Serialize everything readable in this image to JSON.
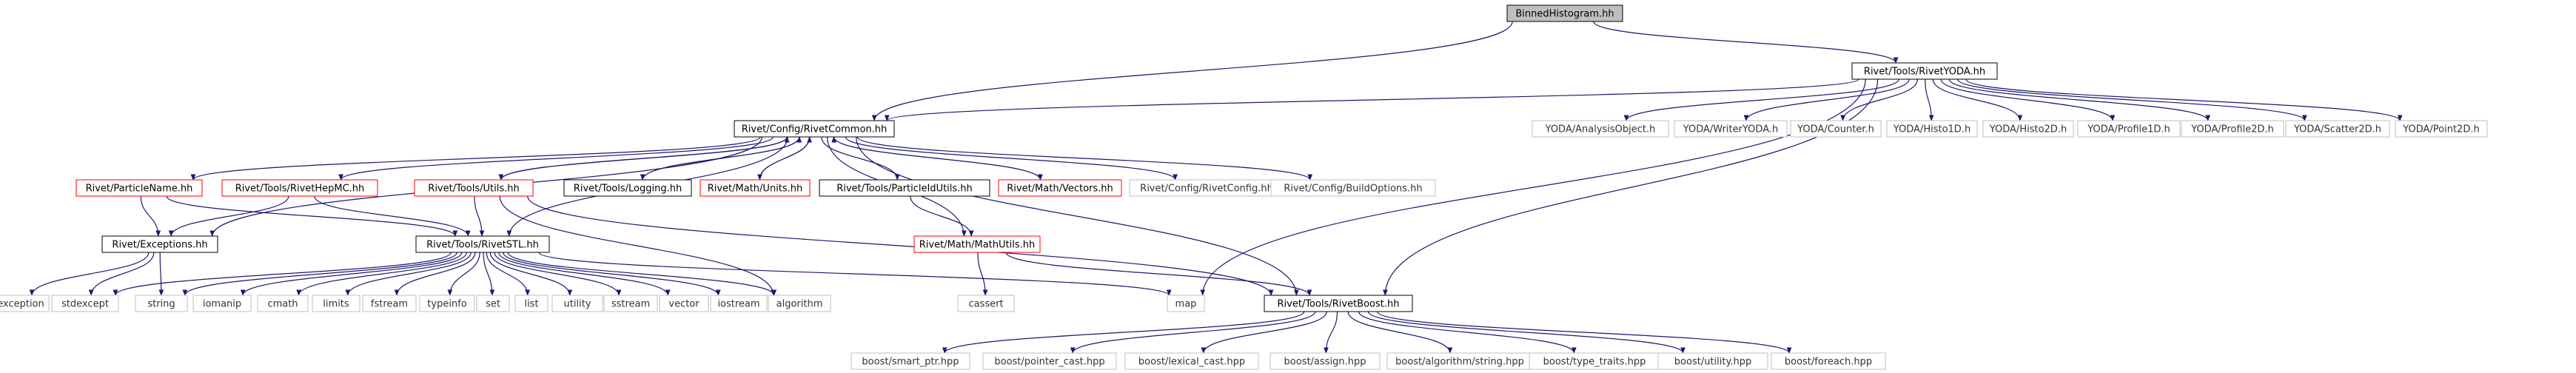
{
  "diagram": {
    "colors": {
      "edge": "#191970",
      "border_black": "#000000",
      "border_red": "#ff0000",
      "border_grey": "#bfbfbf",
      "text": "#000000",
      "text_grey": "#333333",
      "root_fill": "#bfbfbf",
      "fill": "#ffffff"
    },
    "nodes": [
      {
        "id": "root",
        "label": "BinnedHistogram.hh",
        "style": "root"
      },
      {
        "id": "yoda",
        "label": "Rivet/Tools/RivetYODA.hh",
        "style": "black"
      },
      {
        "id": "common",
        "label": "Rivet/Config/RivetCommon.hh",
        "style": "black"
      },
      {
        "id": "particlename",
        "label": "Rivet/ParticleName.hh",
        "style": "red"
      },
      {
        "id": "hepmc",
        "label": "Rivet/Tools/RivetHepMC.hh",
        "style": "red"
      },
      {
        "id": "utils",
        "label": "Rivet/Tools/Utils.hh",
        "style": "red"
      },
      {
        "id": "logging",
        "label": "Rivet/Tools/Logging.hh",
        "style": "black"
      },
      {
        "id": "units",
        "label": "Rivet/Math/Units.hh",
        "style": "red"
      },
      {
        "id": "pidutils",
        "label": "Rivet/Tools/ParticleIdUtils.hh",
        "style": "black"
      },
      {
        "id": "vectors",
        "label": "Rivet/Math/Vectors.hh",
        "style": "red"
      },
      {
        "id": "rivetconfig",
        "label": "Rivet/Config/RivetConfig.hh",
        "style": "grey"
      },
      {
        "id": "buildoptions",
        "label": "Rivet/Config/BuildOptions.hh",
        "style": "grey"
      },
      {
        "id": "analysisobject",
        "label": "YODA/AnalysisObject.h",
        "style": "grey"
      },
      {
        "id": "writeryoda",
        "label": "YODA/WriterYODA.h",
        "style": "grey"
      },
      {
        "id": "counter",
        "label": "YODA/Counter.h",
        "style": "grey"
      },
      {
        "id": "histo1d",
        "label": "YODA/Histo1D.h",
        "style": "grey"
      },
      {
        "id": "histo2d",
        "label": "YODA/Histo2D.h",
        "style": "grey"
      },
      {
        "id": "profile1d",
        "label": "YODA/Profile1D.h",
        "style": "grey"
      },
      {
        "id": "profile2d",
        "label": "YODA/Profile2D.h",
        "style": "grey"
      },
      {
        "id": "scatter2d",
        "label": "YODA/Scatter2D.h",
        "style": "grey"
      },
      {
        "id": "point2d",
        "label": "YODA/Point2D.h",
        "style": "grey"
      },
      {
        "id": "exceptions",
        "label": "Rivet/Exceptions.hh",
        "style": "black"
      },
      {
        "id": "stl",
        "label": "Rivet/Tools/RivetSTL.hh",
        "style": "black"
      },
      {
        "id": "mathutils",
        "label": "Rivet/Math/MathUtils.hh",
        "style": "red"
      },
      {
        "id": "boost",
        "label": "Rivet/Tools/RivetBoost.hh",
        "style": "black"
      },
      {
        "id": "exception",
        "label": "exception",
        "style": "grey"
      },
      {
        "id": "stdexcept",
        "label": "stdexcept",
        "style": "grey"
      },
      {
        "id": "string",
        "label": "string",
        "style": "grey"
      },
      {
        "id": "iomanip",
        "label": "iomanip",
        "style": "grey"
      },
      {
        "id": "cmath",
        "label": "cmath",
        "style": "grey"
      },
      {
        "id": "limits",
        "label": "limits",
        "style": "grey"
      },
      {
        "id": "fstream",
        "label": "fstream",
        "style": "grey"
      },
      {
        "id": "typeinfo",
        "label": "typeinfo",
        "style": "grey"
      },
      {
        "id": "set",
        "label": "set",
        "style": "grey"
      },
      {
        "id": "list",
        "label": "list",
        "style": "grey"
      },
      {
        "id": "utility",
        "label": "utility",
        "style": "grey"
      },
      {
        "id": "sstream",
        "label": "sstream",
        "style": "grey"
      },
      {
        "id": "vector",
        "label": "vector",
        "style": "grey"
      },
      {
        "id": "iostream",
        "label": "iostream",
        "style": "grey"
      },
      {
        "id": "algorithm",
        "label": "algorithm",
        "style": "grey"
      },
      {
        "id": "cassert",
        "label": "cassert",
        "style": "grey"
      },
      {
        "id": "map",
        "label": "map",
        "style": "grey"
      },
      {
        "id": "smartptr",
        "label": "boost/smart_ptr.hpp",
        "style": "grey"
      },
      {
        "id": "pointercast",
        "label": "boost/pointer_cast.hpp",
        "style": "grey"
      },
      {
        "id": "lexicalcast",
        "label": "boost/lexical_cast.hpp",
        "style": "grey"
      },
      {
        "id": "assign",
        "label": "boost/assign.hpp",
        "style": "grey"
      },
      {
        "id": "algstring",
        "label": "boost/algorithm/string.hpp",
        "style": "grey"
      },
      {
        "id": "typetraits",
        "label": "boost/type_traits.hpp",
        "style": "grey"
      },
      {
        "id": "boostutility",
        "label": "boost/utility.hpp",
        "style": "grey"
      },
      {
        "id": "foreach",
        "label": "boost/foreach.hpp",
        "style": "grey"
      }
    ],
    "edges": [
      [
        "root",
        "yoda"
      ],
      [
        "root",
        "common"
      ],
      [
        "yoda",
        "common"
      ],
      [
        "yoda",
        "analysisobject"
      ],
      [
        "yoda",
        "writeryoda"
      ],
      [
        "yoda",
        "counter"
      ],
      [
        "yoda",
        "histo1d"
      ],
      [
        "yoda",
        "histo2d"
      ],
      [
        "yoda",
        "profile1d"
      ],
      [
        "yoda",
        "profile2d"
      ],
      [
        "yoda",
        "scatter2d"
      ],
      [
        "yoda",
        "point2d"
      ],
      [
        "yoda",
        "boost"
      ],
      [
        "yoda",
        "map"
      ],
      [
        "common",
        "particlename"
      ],
      [
        "common",
        "exceptions"
      ],
      [
        "common",
        "hepmc"
      ],
      [
        "common",
        "utils"
      ],
      [
        "common",
        "logging"
      ],
      [
        "common",
        "units"
      ],
      [
        "common",
        "pidutils"
      ],
      [
        "common",
        "vectors"
      ],
      [
        "common",
        "rivetconfig"
      ],
      [
        "common",
        "buildoptions"
      ],
      [
        "common",
        "stl"
      ],
      [
        "common",
        "boost"
      ],
      [
        "common",
        "mathutils"
      ],
      [
        "particlename",
        "exceptions"
      ],
      [
        "particlename",
        "stl"
      ],
      [
        "hepmc",
        "exceptions"
      ],
      [
        "hepmc",
        "stl"
      ],
      [
        "utils",
        "stl"
      ],
      [
        "utils",
        "algorithm"
      ],
      [
        "utils",
        "boost"
      ],
      [
        "utils",
        "common"
      ],
      [
        "logging",
        "common"
      ],
      [
        "units",
        "common"
      ],
      [
        "vectors",
        "common"
      ],
      [
        "pidutils",
        "mathutils"
      ],
      [
        "exceptions",
        "exception"
      ],
      [
        "exceptions",
        "stdexcept"
      ],
      [
        "exceptions",
        "string"
      ],
      [
        "stl",
        "stdexcept"
      ],
      [
        "stl",
        "string"
      ],
      [
        "stl",
        "iomanip"
      ],
      [
        "stl",
        "cmath"
      ],
      [
        "stl",
        "limits"
      ],
      [
        "stl",
        "fstream"
      ],
      [
        "stl",
        "typeinfo"
      ],
      [
        "stl",
        "set"
      ],
      [
        "stl",
        "list"
      ],
      [
        "stl",
        "utility"
      ],
      [
        "stl",
        "sstream"
      ],
      [
        "stl",
        "vector"
      ],
      [
        "stl",
        "iostream"
      ],
      [
        "stl",
        "algorithm"
      ],
      [
        "stl",
        "map"
      ],
      [
        "mathutils",
        "cassert"
      ],
      [
        "mathutils",
        "boost"
      ],
      [
        "boost",
        "smartptr"
      ],
      [
        "boost",
        "pointercast"
      ],
      [
        "boost",
        "lexicalcast"
      ],
      [
        "boost",
        "assign"
      ],
      [
        "boost",
        "algstring"
      ],
      [
        "boost",
        "typetraits"
      ],
      [
        "boost",
        "boostutility"
      ],
      [
        "boost",
        "foreach"
      ]
    ]
  }
}
